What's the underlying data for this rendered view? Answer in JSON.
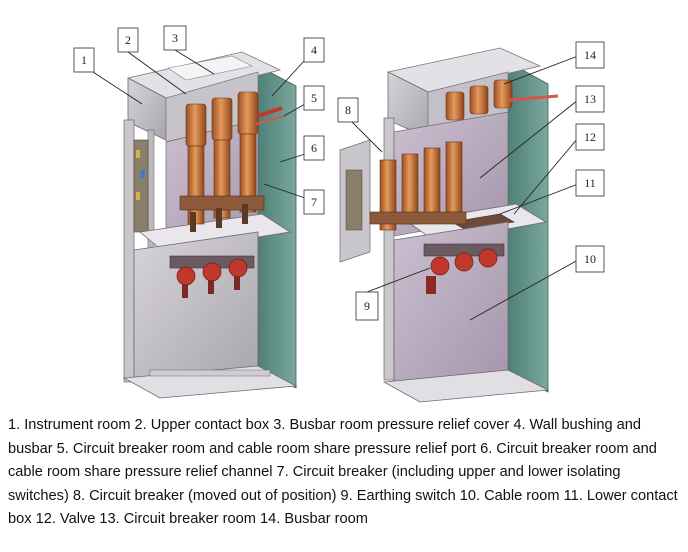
{
  "callouts": {
    "c1": "1",
    "c2": "2",
    "c3": "3",
    "c4": "4",
    "c5": "5",
    "c6": "6",
    "c7": "7",
    "c8": "8",
    "c9": "9",
    "c10": "10",
    "c11": "11",
    "c12": "12",
    "c13": "13",
    "c14": "14"
  },
  "caption": "1. Instrument room 2. Upper contact box 3. Busbar room pressure relief cover 4. Wall bushing and busbar 5. Circuit breaker room and cable room share pressure relief port 6. Circuit breaker room and cable room share pressure relief channel 7. Circuit breaker (including upper and lower isolating switches) 8. Circuit breaker (moved out of position) 9. Earthing switch 10. Cable room 11. Lower contact box 12. Valve 13. Circuit breaker room 14. Busbar room",
  "colors": {
    "panel_gray": "#b9b6bb",
    "panel_purple": "#b7a9bd",
    "teal_side": "#5f8f86",
    "copper": "#c8733a",
    "red_terminal": "#c0372b"
  }
}
